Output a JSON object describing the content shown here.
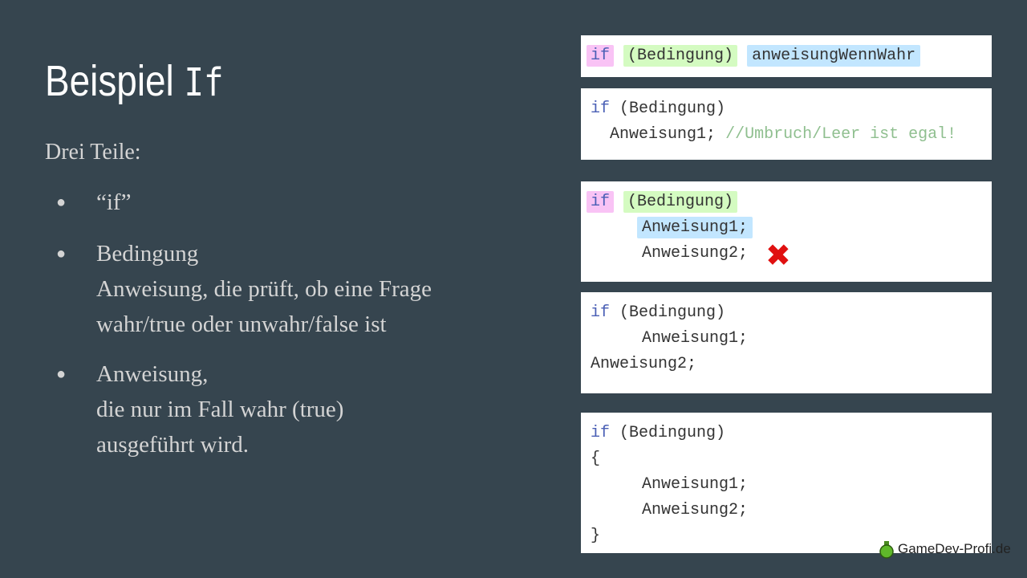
{
  "title": {
    "text": "Beispiel ",
    "code": "If"
  },
  "intro": "Drei Teile:",
  "bullets": [
    {
      "lines": [
        "“if”"
      ]
    },
    {
      "lines": [
        "Bedingung",
        "Anweisung, die prüft, ob eine Frage",
        "wahr/true oder unwahr/false ist"
      ]
    },
    {
      "lines": [
        "Anweisung,",
        "die nur im Fall wahr (true)",
        "ausgeführt wird."
      ]
    }
  ],
  "code": {
    "kw": "if",
    "cond": "(Bedingung)",
    "stmt": "anweisungWennWahr",
    "a1": "Anweisung1;",
    "a2": "Anweisung2;",
    "comment": "//Umbruch/Leer ist egal!",
    "open": "{",
    "close": "}"
  },
  "logo": "GameDev-Profi.de"
}
